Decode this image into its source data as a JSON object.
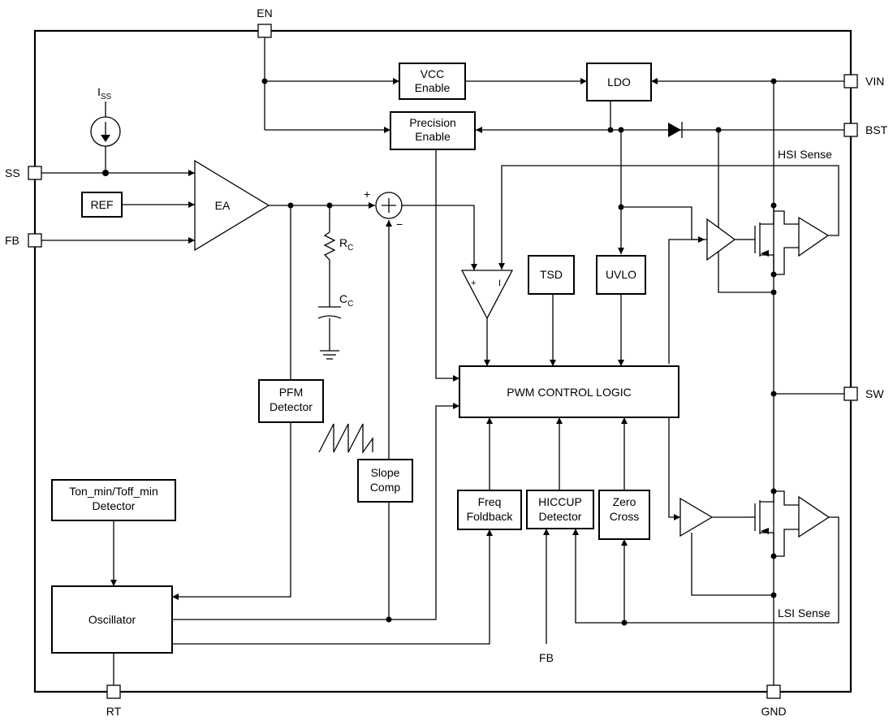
{
  "pins": {
    "en": "EN",
    "vin": "VIN",
    "bst": "BST",
    "sw": "SW",
    "ss": "SS",
    "fb": "FB",
    "rt": "RT",
    "gnd": "GND"
  },
  "blocks": {
    "vcc_enable": [
      "VCC",
      "Enable"
    ],
    "ldo": "LDO",
    "precision_enable": [
      "Precision",
      "Enable"
    ],
    "ref": "REF",
    "ea": "EA",
    "tsd": "TSD",
    "uvlo": "UVLO",
    "pwm_control_logic": "PWM CONTROL LOGIC",
    "pfm_detector": [
      "PFM",
      "Detector"
    ],
    "slope_comp": [
      "Slope",
      "Comp"
    ],
    "ton_toff_detector": [
      "Ton_min/Toff_min",
      "Detector"
    ],
    "oscillator": "Oscillator",
    "freq_foldback": [
      "Freq",
      "Foldback"
    ],
    "hiccup_detector": [
      "HICCUP",
      "Detector"
    ],
    "zero_cross": [
      "Zero",
      "Cross"
    ]
  },
  "labels": {
    "iss_main": "I",
    "iss_sub": "SS",
    "rc_main": "R",
    "rc_sub": "C",
    "cc_main": "C",
    "cc_sub": "C",
    "hsi_sense": "HSI Sense",
    "lsi_sense": "LSI Sense",
    "fb_bottom": "FB",
    "sum_plus": "+",
    "sum_minus": "−",
    "comp_plus": "+",
    "comp_minus": "I"
  },
  "icons": [
    "current-source-icon",
    "diode-icon",
    "nmos-transistor-icon",
    "ground-icon",
    "sawtooth-waveform-icon",
    "resistor-icon",
    "capacitor-icon",
    "summing-junction-icon"
  ]
}
